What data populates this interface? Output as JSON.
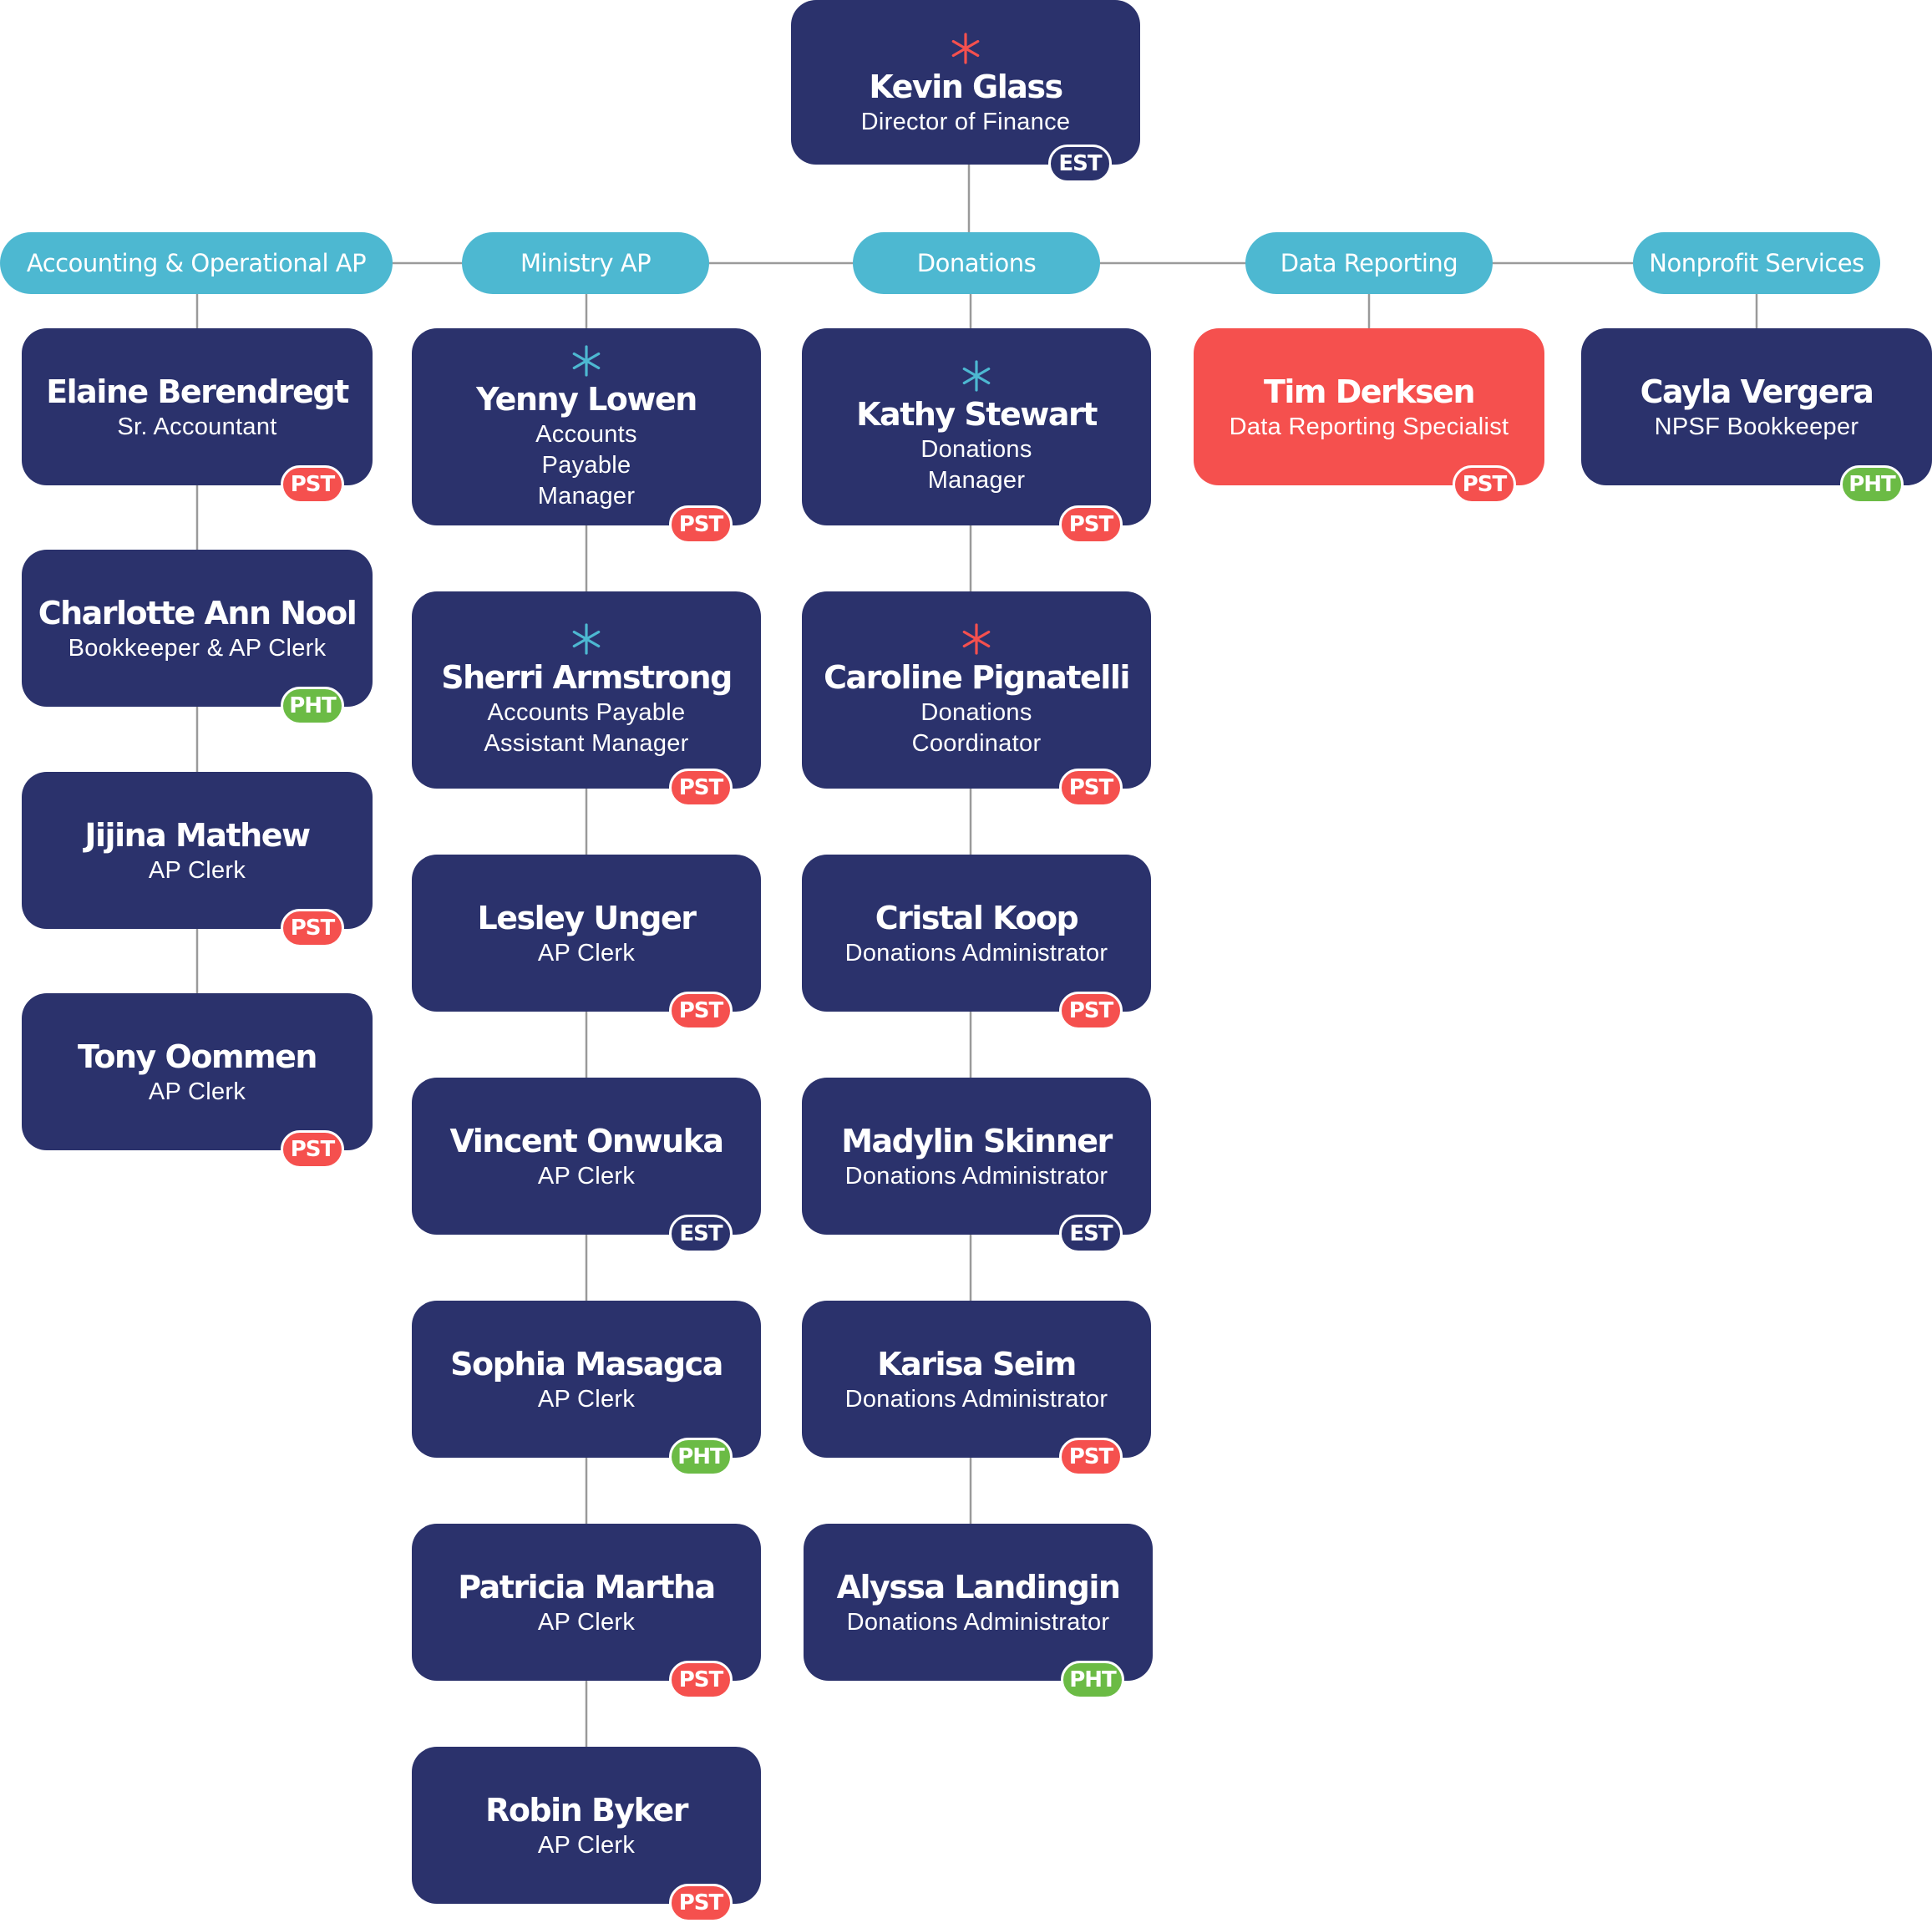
{
  "colors": {
    "card": "#2b326c",
    "highlight": "#f5504e",
    "department": "#4db8d1",
    "pst": "#f5504e",
    "pht": "#6bbb45",
    "est": "#2b326c",
    "connector": "#9a9a9a",
    "star_red": "#f5504e",
    "star_blue": "#4db8d1"
  },
  "director": {
    "name": "Kevin Glass",
    "role": "Director of Finance",
    "tz": "EST",
    "star": "red"
  },
  "departments": [
    {
      "label": "Accounting & Operational AP",
      "members": [
        {
          "name": "Elaine Berendregt",
          "role": "Sr. Accountant",
          "tz": "PST"
        },
        {
          "name": "Charlotte Ann Nool",
          "role": "Bookkeeper & AP Clerk",
          "tz": "PHT"
        },
        {
          "name": "Jijina Mathew",
          "role": "AP Clerk",
          "tz": "PST"
        },
        {
          "name": "Tony Oommen",
          "role": "AP Clerk",
          "tz": "PST"
        }
      ]
    },
    {
      "label": "Ministry AP",
      "members": [
        {
          "name": "Yenny Lowen",
          "role": "Accounts Payable Manager",
          "tz": "PST",
          "star": "blue"
        },
        {
          "name": "Sherri Armstrong",
          "role": "Accounts Payable Assistant Manager",
          "tz": "PST",
          "star": "blue"
        },
        {
          "name": "Lesley Unger",
          "role": "AP Clerk",
          "tz": "PST"
        },
        {
          "name": "Vincent Onwuka",
          "role": "AP Clerk",
          "tz": "EST"
        },
        {
          "name": "Sophia Masagca",
          "role": "AP Clerk",
          "tz": "PHT"
        },
        {
          "name": "Patricia Martha",
          "role": "AP Clerk",
          "tz": "PST"
        },
        {
          "name": "Robin Byker",
          "role": "AP Clerk",
          "tz": "PST"
        }
      ]
    },
    {
      "label": "Donations",
      "members": [
        {
          "name": "Kathy Stewart",
          "role": "Donations Manager",
          "tz": "PST",
          "star": "blue"
        },
        {
          "name": "Caroline Pignatelli",
          "role": "Donations Coordinator",
          "tz": "PST",
          "star": "red"
        },
        {
          "name": "Cristal Koop",
          "role": "Donations Administrator",
          "tz": "PST"
        },
        {
          "name": "Madylin Skinner",
          "role": "Donations Administrator",
          "tz": "EST"
        },
        {
          "name": "Karisa Seim",
          "role": "Donations Administrator",
          "tz": "PST"
        },
        {
          "name": "Alyssa Landingin",
          "role": "Donations Administrator",
          "tz": "PHT"
        }
      ]
    },
    {
      "label": "Data Reporting",
      "members": [
        {
          "name": "Tim Derksen",
          "role": "Data Reporting Specialist",
          "tz": "PST",
          "highlight": true
        }
      ]
    },
    {
      "label": "Nonprofit Services",
      "members": [
        {
          "name": "Cayla Vergera",
          "role": "NPSF Bookkeeper",
          "tz": "PHT"
        }
      ]
    }
  ]
}
